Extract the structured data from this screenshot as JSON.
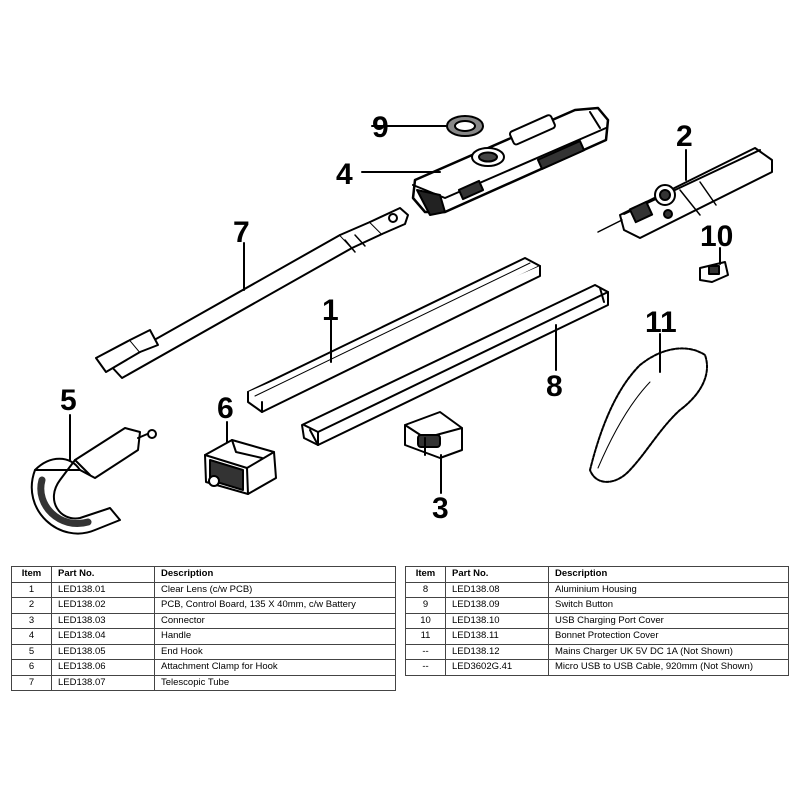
{
  "callouts": [
    "1",
    "2",
    "3",
    "4",
    "5",
    "6",
    "7",
    "8",
    "9",
    "10",
    "11"
  ],
  "table_headers": {
    "item": "Item",
    "part_no": "Part No.",
    "description": "Description"
  },
  "parts_left": [
    {
      "item": "1",
      "part_no": "LED138.01",
      "description": "Clear Lens (c/w PCB)"
    },
    {
      "item": "2",
      "part_no": "LED138.02",
      "description": "PCB, Control Board, 135 X 40mm, c/w Battery"
    },
    {
      "item": "3",
      "part_no": "LED138.03",
      "description": "Connector"
    },
    {
      "item": "4",
      "part_no": "LED138.04",
      "description": "Handle"
    },
    {
      "item": "5",
      "part_no": "LED138.05",
      "description": "End Hook"
    },
    {
      "item": "6",
      "part_no": "LED138.06",
      "description": "Attachment Clamp for Hook"
    },
    {
      "item": "7",
      "part_no": "LED138.07",
      "description": "Telescopic Tube"
    }
  ],
  "parts_right": [
    {
      "item": "8",
      "part_no": "LED138.08",
      "description": "Aluminium Housing"
    },
    {
      "item": "9",
      "part_no": "LED138.09",
      "description": "Switch Button"
    },
    {
      "item": "10",
      "part_no": "LED138.10",
      "description": "USB Charging Port Cover"
    },
    {
      "item": "11",
      "part_no": "LED138.11",
      "description": "Bonnet Protection Cover"
    },
    {
      "item": "--",
      "part_no": "LED138.12",
      "description": "Mains Charger UK 5V DC 1A (Not Shown)"
    },
    {
      "item": "--",
      "part_no": "LED3602G.41",
      "description": "Micro USB to USB Cable, 920mm (Not Shown)"
    }
  ]
}
